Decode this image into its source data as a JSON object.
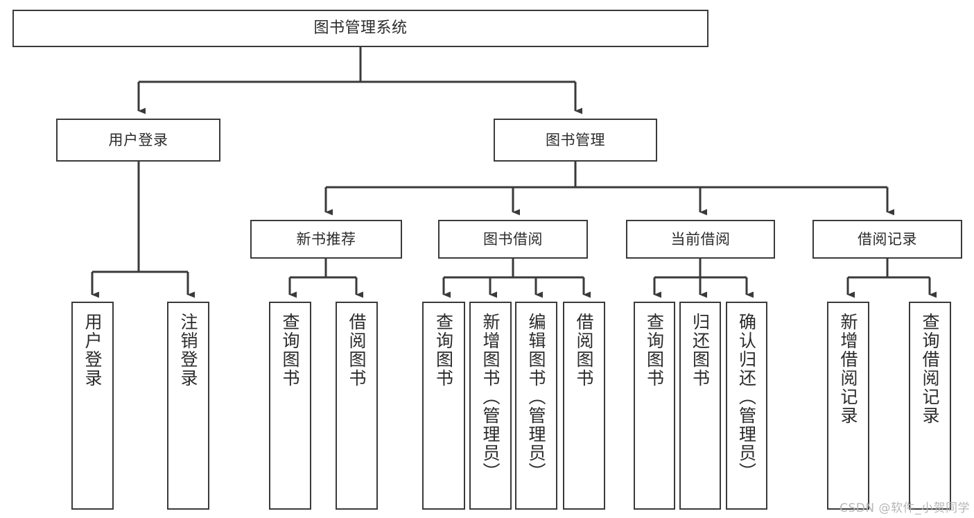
{
  "diagram": {
    "title": "图书管理系统",
    "watermark": "CSDN @软件_小贺同学",
    "colors": {
      "box_border": "#3a3a3a",
      "box_fill": "#ffffff",
      "text": "#2b2b2b",
      "edge": "#3a3a3a",
      "watermark": "#b6b6b6",
      "background": "#ffffff"
    },
    "levels": {
      "root": {
        "label": "图书管理系统"
      },
      "level1": [
        {
          "id": "user-login",
          "label": "用户登录"
        },
        {
          "id": "book-management",
          "label": "图书管理"
        }
      ],
      "level2": [
        {
          "id": "new-book-recommend",
          "label": "新书推荐"
        },
        {
          "id": "book-borrow",
          "label": "图书借阅"
        },
        {
          "id": "current-borrow",
          "label": "当前借阅"
        },
        {
          "id": "borrow-record",
          "label": "借阅记录"
        }
      ],
      "leaves": {
        "user_login": [
          {
            "id": "leaf-user-login",
            "label": "用户登录"
          },
          {
            "id": "leaf-logout-login",
            "label": "注销登录"
          }
        ],
        "new_book_recommend": [
          {
            "id": "leaf-query-book-1",
            "label": "查询图书"
          },
          {
            "id": "leaf-borrow-book-1",
            "label": "借阅图书"
          }
        ],
        "book_borrow": [
          {
            "id": "leaf-query-book-2",
            "label": "查询图书"
          },
          {
            "id": "leaf-add-book",
            "label": "新增图书（管理员）"
          },
          {
            "id": "leaf-edit-book",
            "label": "编辑图书（管理员）"
          },
          {
            "id": "leaf-borrow-book-2",
            "label": "借阅图书"
          }
        ],
        "current_borrow": [
          {
            "id": "leaf-query-book-3",
            "label": "查询图书"
          },
          {
            "id": "leaf-return-book",
            "label": "归还图书"
          },
          {
            "id": "leaf-confirm-return",
            "label": "确认归还（管理员）"
          }
        ],
        "borrow_record": [
          {
            "id": "leaf-add-borrow-record",
            "label": "新增借阅记录"
          },
          {
            "id": "leaf-query-borrow-record",
            "label": "查询借阅记录"
          }
        ]
      }
    }
  }
}
